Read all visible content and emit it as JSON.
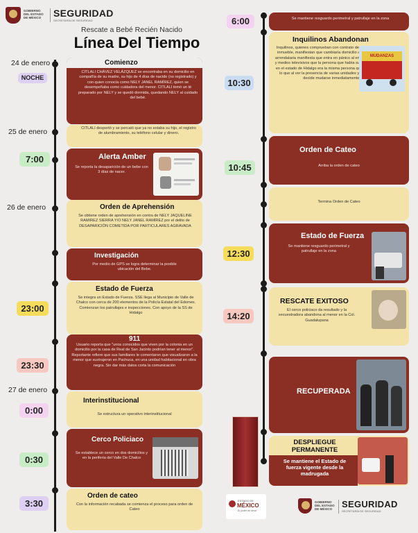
{
  "header": {
    "gov_line": "GOBIERNO DEL ESTADO DE MÉXICO",
    "dept": "SEGURIDAD",
    "dept_sub": "SECRETARÍA DE SEGURIDAD"
  },
  "subtitle": "Rescate a Bebé Recién Nacido",
  "title": "Línea Del Tiempo",
  "colors": {
    "cream": "#f4e3a8",
    "maroon": "#8b2e23",
    "purple_pill": "#ded0f2",
    "yellow_pill": "#f5dc5a",
    "green_pill": "#c7ecc6",
    "pink_pill": "#f7c8c0"
  },
  "left": {
    "dates": [
      "24 de enero",
      "25 de enero",
      "26 de enero",
      "27 de enero"
    ],
    "events": [
      {
        "time": "NOCHE",
        "title": "Comienzo",
        "body": "CITLALI CHÁVEZ VELÁZQUEZ se encontraba en su domicilio en compañía de su madre, su hijo de 4 días de nacido (no registrado) y con quien conocía como NELY JANEL RAMÍREZ, quien se desempeñaba como cuidadora del menor. CITLALI tomó un té preparado por NELY y se quedó dormida, quedando NELY al cuidado del bebé."
      },
      {
        "time": "",
        "title": "",
        "body": "CITLALI despertó y se percató que ya no estaba su hijo, el registro de alumbramiento, su teléfono celular y dinero."
      },
      {
        "time": "7:00",
        "title": "Alerta Amber",
        "body": "Se reporta la desaparición de un bebe con 3 días de nacer."
      },
      {
        "time": "",
        "title": "Orden de Aprehensión",
        "body": "Se obtiene orden de aprehensión en contra de NELY JAQUELINE RAMIREZ SIERRA Y/O NELY JANEL RAMÍREZ por el delito de DESAPARICIÓN COMETIDA POR PARTICULARES AGRAVADA"
      },
      {
        "time": "",
        "title": "Investigación",
        "body": "Por medio de GPS se logra determinar la posible ubicación del Bebe."
      },
      {
        "time": "23:00",
        "title": "Estado de Fuerza",
        "body": "Se integra un Estado de Fuerza. SSE llega al Municipio de Valle de Chalco con cerca de 200 elementos de la Policía Estatal del Edomex. Comienzan los patrullajes e inspecciones. Con apoyo de la SS de Hidalgo"
      },
      {
        "time": "23:30",
        "title": "911",
        "body": "Usuario reporta que \"unos conocidos que viven por la colonia en un domicilio por la casa de Real de San Jacinto podrían tener al menor\". Reportante refiere que sus familiares le comentaron que visualizaron a la menor que sustrajeron en Pachuca, en una unidad habitacional en obra negra. Sin dar más datos corta la comunicación"
      },
      {
        "time": "0:00",
        "title": "Interinstitucional",
        "body": "Se estructura un operativo interinstitucional"
      },
      {
        "time": "0:30",
        "title": "Cerco Policiaco",
        "body": "Se establece un cerco en dos domicilios y en la periferia del Valle De Chalco"
      },
      {
        "time": "3:30",
        "title": "Orden de cateo",
        "body": "Con la información recabada se comienza el proceso para orden de Cateo"
      }
    ]
  },
  "right": {
    "events": [
      {
        "time": "6:00",
        "title": "",
        "body": "Se mantiene resguardo perimetral y patrullaje en la zona"
      },
      {
        "time": "10:30",
        "title": "Inquilinos Abandonan",
        "body": "Inquilinos, quienes comprueban con contrato de arrendamiento el uso del inmueble, manifiestan que cambiaría domicilio al municipio de Chalco, la arrendataria manifiesta que entra en pánico al enterarse por redes sociales y medios televisivos que la persona que había sustraído a un recién nacido en el estado de Hidalgo era la misma persona que le rento la vivienda, por lo que al ver la presencia de varias unidades y elementos de la policía decide mudarse inmediatamente del lugar.",
        "photo_text": "MUDANZAS"
      },
      {
        "time": "10:45",
        "title": "Orden de Cateo",
        "body": "Arriba la orden de cateo"
      },
      {
        "time": "",
        "title": "",
        "body": "Termina Orden de Cateo"
      },
      {
        "time": "12:30",
        "title": "Estado de Fuerza",
        "body": "Se mantiene resguardo perimetral y patrullaje en la zona"
      },
      {
        "time": "14:20",
        "title": "RESCATE EXITOSO",
        "body": "El cerco policiaco da resultado y la secuestradora abandona al menor en la Col. Guadalupana"
      },
      {
        "time": "",
        "title": "RECUPERADA",
        "body": ""
      },
      {
        "time": "",
        "title": "DESPLIEGUE PERMANENTE",
        "body": "Se mantiene el Estado de fuerza vigente desde la madrugada"
      }
    ]
  },
  "footer": {
    "edomex_top": "ESTADO DE",
    "edomex_name": "MÉXICO",
    "edomex_tag": "El poder de servir",
    "gov_line": "GOBIERNO DEL ESTADO DE MÉXICO",
    "dept": "SEGURIDAD",
    "dept_sub": "SECRETARÍA DE SEGURIDAD"
  }
}
